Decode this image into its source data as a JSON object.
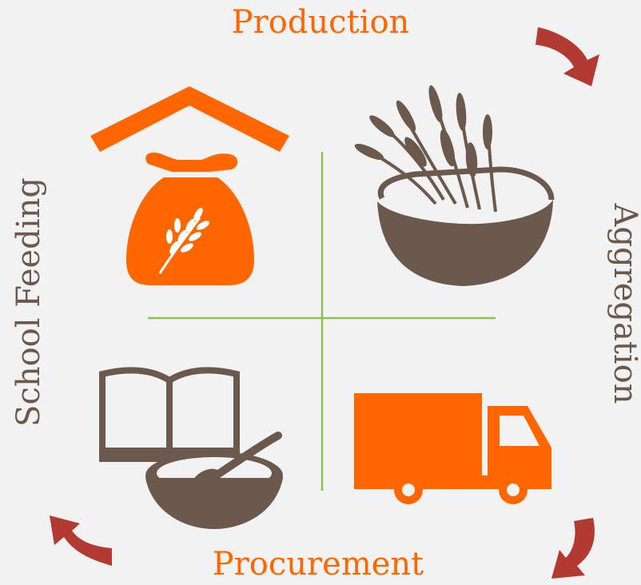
{
  "colors": {
    "background": "#f2f2f2",
    "orange": "#ff6600",
    "brown": "#6b594d",
    "green": "#8cc152",
    "arrow_red": "#b23a33"
  },
  "labels": {
    "top": "Production",
    "right": "Aggregation",
    "bottom": "Procurement",
    "left": "School Feeding"
  },
  "quadrants": [
    {
      "icon": "grain-sack-house-icon",
      "color": "orange"
    },
    {
      "icon": "wheat-bowl-icon",
      "color": "brown"
    },
    {
      "icon": "book-and-bowl-icon",
      "color": "brown"
    },
    {
      "icon": "delivery-truck-icon",
      "color": "orange"
    }
  ],
  "arrows": [
    {
      "icon": "curved-arrow-top-right-icon"
    },
    {
      "icon": "curved-arrow-bottom-right-icon"
    },
    {
      "icon": "curved-arrow-bottom-left-icon"
    }
  ]
}
